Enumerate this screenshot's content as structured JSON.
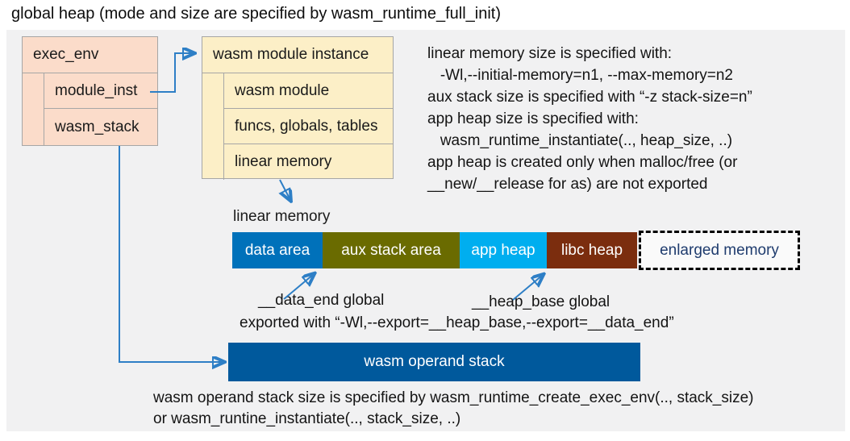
{
  "title": "global heap (mode and size are specified by wasm_runtime_full_init)",
  "exec_env": {
    "header": "exec_env",
    "rows": [
      "module_inst",
      "wasm_stack"
    ]
  },
  "module_instance": {
    "header": "wasm module instance",
    "rows": [
      "wasm module",
      "funcs, globals, tables",
      "linear memory"
    ]
  },
  "notes_right": {
    "lines": [
      "linear memory size is specified with:",
      "   -Wl,--initial-memory=n1, --max-memory=n2",
      "aux stack size is specified with “-z stack-size=n”",
      "app heap size is specified with:",
      "   wasm_runtime_instantiate(.., heap_size, ..)",
      "app heap is created only when malloc/free (or",
      "__new/__release for as) are not exported"
    ]
  },
  "linear_memory": {
    "label": "linear memory",
    "segments": [
      {
        "label": "data area",
        "color": "#0071ba"
      },
      {
        "label": "aux stack area",
        "color": "#6a6b00"
      },
      {
        "label": "app heap",
        "color": "#00aeef"
      },
      {
        "label": "libc heap",
        "color": "#7b2d0e"
      },
      {
        "label": "enlarged memory",
        "color": "#fafafa"
      }
    ],
    "data_end_label": "__data_end global",
    "heap_base_label": "__heap_base global",
    "export_note": "exported with “-Wl,--export=__heap_base,--export=__data_end”"
  },
  "operand_stack": {
    "label": "wasm operand stack",
    "color": "#00599c",
    "notes": [
      "wasm operand stack size is specified by wasm_runtime_create_exec_env(.., stack_size)",
      "or wasm_runtine_instantiate(.., stack_size, ..)"
    ]
  },
  "colors": {
    "panel_background": "#f1f1f2",
    "exec_env_fill": "#fbdcca",
    "module_instance_fill": "#fcefc7",
    "box_border": "#a6a6a6",
    "connector_blue": "#2e7fc6",
    "enlarged_memory_text": "#1f3c6e"
  }
}
